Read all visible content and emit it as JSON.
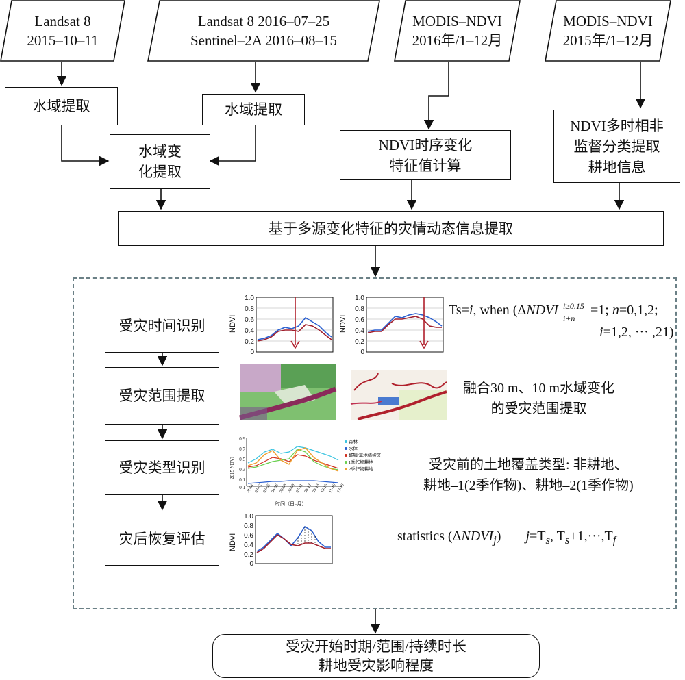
{
  "inputs": {
    "landsat8": {
      "line1": "Landsat 8",
      "line2": "2015–10–11"
    },
    "landsat_sentinel": {
      "line1": "Landsat 8 2016–07–25",
      "line2": "Sentinel–2A 2016–08–15"
    },
    "modis_2016": {
      "line1": "MODIS–NDVI",
      "line2": "2016年/1–12月"
    },
    "modis_2015": {
      "line1": "MODIS–NDVI",
      "line2": "2015年/1–12月"
    }
  },
  "steps": {
    "water_extract_1": "水域提取",
    "water_extract_2": "水域提取",
    "water_change": {
      "line1": "水域变",
      "line2": "化提取"
    },
    "ndvi_timeseries": {
      "line1": "NDVI时序变化",
      "line2": "特征值计算"
    },
    "ndvi_unsupervised": {
      "line1": "NDVI多时相非",
      "line2": "监督分类提取",
      "line3": "耕地信息"
    },
    "fusion": "基于多源变化特征的灾情动态信息提取"
  },
  "stages": [
    {
      "label": "受灾时间识别"
    },
    {
      "label": "受灾范围提取"
    },
    {
      "label": "受灾类型识别"
    },
    {
      "label": "灾后恢复评估"
    }
  ],
  "notes": {
    "time_formula": {
      "ts": "Ts=",
      "i": "i",
      "when": ", when (Δ",
      "ndvi": "NDVI",
      "sup": "i≥0.15",
      "sub": "i+n",
      "rest": "=1; ",
      "n": "n",
      "nvals": "=0,1,2;",
      "line2_i": "i",
      "line2": "=1,2, ··· ,21)"
    },
    "extent": {
      "line1": "融合30  m、10  m水域变化",
      "line2": "的受灾范围提取"
    },
    "type": {
      "line1": "受灾前的土地覆盖类型: 非耕地、",
      "line2": "耕地–1(2季作物)、耕地–2(1季作物)"
    },
    "recovery": {
      "a": "statistics (Δ",
      "ndvi": "NDVI",
      "j": "j",
      "b": ")",
      "c": "j",
      "d": "=T",
      "s1": "s",
      "e": ", T",
      "s2": "s",
      "f": "+1,···,T",
      "g": "f"
    }
  },
  "output": {
    "line1": "受灾开始时期/范围/持续时长",
    "line2": "耕地受灾影响程度"
  },
  "mini_charts": {
    "ndvi_label": "NDVI",
    "yticks": [
      "1.0",
      "0.8",
      "0.6",
      "0.4",
      "0.2",
      "0"
    ],
    "chart3_ylabel": "2015 NDVI",
    "chart3_yticks": [
      "0.9",
      "0.7",
      "0.5",
      "0.3",
      "0.1",
      "–0.1"
    ],
    "chart3_xticks": [
      "01-01",
      "02-02",
      "03-05",
      "04-06",
      "05-08",
      "06-09",
      "07-11",
      "08-12",
      "09-13",
      "10-15",
      "11-16",
      "12-18"
    ],
    "chart3_xlabel": "时间（日–月）",
    "chart3_legend": [
      "森林",
      "水体",
      "城镇/草地植被区",
      "1季作物耕地",
      "2季作物耕地"
    ],
    "colors": {
      "blue": "#2a5fd0",
      "red": "#a01e2c",
      "cyan": "#37c3e0",
      "orange": "#f0a030",
      "green": "#6ad050",
      "redline": "#d03020"
    }
  }
}
